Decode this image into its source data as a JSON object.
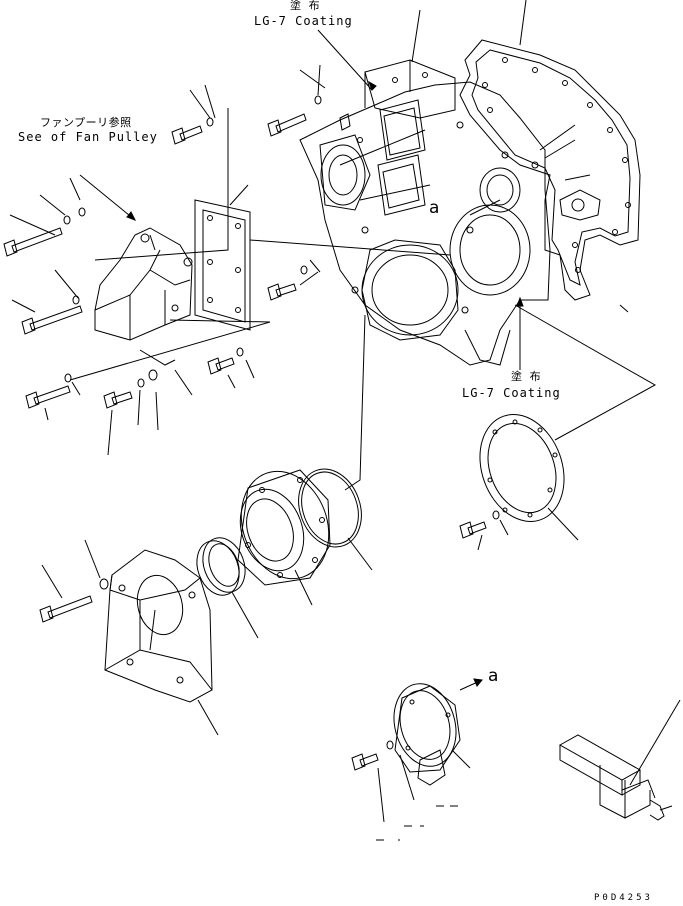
{
  "labels": {
    "coating_top_jp": "塗 布",
    "coating_top_en": "LG-7 Coating",
    "fan_pulley_jp": "ファンプーリ参照",
    "fan_pulley_en": "See of Fan Pulley",
    "coating_right_jp": "塗 布",
    "coating_right_en": "LG-7 Coating",
    "ref_a_top": "a",
    "ref_a_bottom": "a",
    "drawing_code": "P0D4253"
  },
  "colors": {
    "line": "#000000",
    "background": "#ffffff"
  }
}
